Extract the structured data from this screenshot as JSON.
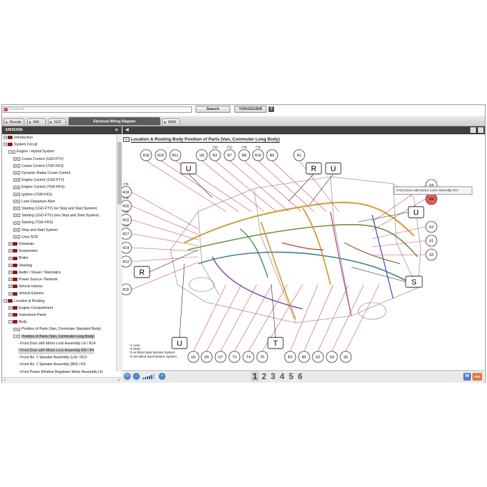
{
  "search": {
    "placeholder": "Keyword",
    "search_label": "Search",
    "yokogushi_label": "YOKOGUSHI",
    "help_label": "?"
  },
  "tabs": [
    {
      "label": "Results"
    },
    {
      "label": "RM"
    },
    {
      "label": "NCF"
    },
    {
      "label": "Electrical Wiring Diagram"
    },
    {
      "label": "BRM"
    }
  ],
  "left_panel": {
    "title": "EM35X6E",
    "close_label": "×",
    "tree": [
      {
        "label": "Introduction",
        "level": 0,
        "kind": "book",
        "expander": "+"
      },
      {
        "label": "System Circuit",
        "level": 0,
        "kind": "book",
        "expander": "-"
      },
      {
        "label": "Engine / Hybrid System",
        "level": 1,
        "kind": "page",
        "expander": "-"
      },
      {
        "label": "Cruise Control (1GD-FTV)",
        "level": 2,
        "kind": "page",
        "expander": "+"
      },
      {
        "label": "Cruise Control (7GR-FKS)",
        "level": 2,
        "kind": "page",
        "expander": "+"
      },
      {
        "label": "Dynamic Radar Cruise Control",
        "level": 2,
        "kind": "page",
        "expander": "+"
      },
      {
        "label": "Engine Control (1GD-FTV)",
        "level": 2,
        "kind": "page",
        "expander": "+"
      },
      {
        "label": "Engine Control (7GR-FKS)",
        "level": 2,
        "kind": "page",
        "expander": "+"
      },
      {
        "label": "Ignition (7GR-FKS)",
        "level": 2,
        "kind": "page",
        "expander": "+"
      },
      {
        "label": "Lane Departure Alert",
        "level": 2,
        "kind": "page",
        "expander": "+"
      },
      {
        "label": "Starting (1GD-FTV) (w/ Stop and Start System)",
        "level": 2,
        "kind": "page",
        "expander": "+"
      },
      {
        "label": "Starting (1GD-FTV) (w/o Stop and Start System)",
        "level": 2,
        "kind": "page",
        "expander": "+"
      },
      {
        "label": "Starting (7GR-FKS)",
        "level": 2,
        "kind": "page",
        "expander": "+"
      },
      {
        "label": "Stop and Start System",
        "level": 2,
        "kind": "page",
        "expander": "+"
      },
      {
        "label": "Urea SCR",
        "level": 2,
        "kind": "page",
        "expander": "+"
      },
      {
        "label": "Drivetrain",
        "level": 1,
        "kind": "book",
        "expander": "+"
      },
      {
        "label": "Suspension",
        "level": 1,
        "kind": "book",
        "expander": "+"
      },
      {
        "label": "Brake",
        "level": 1,
        "kind": "book",
        "expander": "+"
      },
      {
        "label": "Steering",
        "level": 1,
        "kind": "book",
        "expander": "+"
      },
      {
        "label": "Audio / Visual / Telematics",
        "level": 1,
        "kind": "book",
        "expander": "+"
      },
      {
        "label": "Power Source / Network",
        "level": 1,
        "kind": "book",
        "expander": "+"
      },
      {
        "label": "Vehicle Interior",
        "level": 1,
        "kind": "book",
        "expander": "+"
      },
      {
        "label": "Vehicle Exterior",
        "level": 1,
        "kind": "book",
        "expander": "+"
      },
      {
        "label": "Location & Routing",
        "level": 0,
        "kind": "book",
        "expander": "-"
      },
      {
        "label": "Engine Compartment",
        "level": 1,
        "kind": "book",
        "expander": "+"
      },
      {
        "label": "Instrument Panel",
        "level": 1,
        "kind": "book",
        "expander": "+"
      },
      {
        "label": "Body",
        "level": 1,
        "kind": "book",
        "expander": "-"
      },
      {
        "label": "Position of Parts (Van, Commuter Standard Body)",
        "level": 2,
        "kind": "page",
        "expander": "+"
      },
      {
        "label": "Position of Parts (Van, Commuter Long Body)",
        "level": 2,
        "kind": "page",
        "expander": "-",
        "highlight": true
      },
      {
        "label": "- Front Door with Motor Lock Assembly LH / R14",
        "level": 3,
        "kind": "none",
        "expander": ""
      },
      {
        "label": "- Front Door with Motor Lock Assembly RH / R4",
        "level": 3,
        "kind": "none",
        "expander": "",
        "selected": true
      },
      {
        "label": "- Front No. 1 Speaker Assembly (LH) / R13",
        "level": 3,
        "kind": "none",
        "expander": ""
      },
      {
        "label": "- Front No. 1 Speaker Assembly (RH) / R3",
        "level": 3,
        "kind": "none",
        "expander": ""
      },
      {
        "label": "- Front Power Window Regulator Motor Assembly LH",
        "level": 3,
        "kind": "none",
        "expander": ""
      }
    ],
    "scroll_left": "‹",
    "scroll_right": "›"
  },
  "document": {
    "expand_label": "+",
    "title": "Location & Routing  Body  Position of Parts (Van, Commuter Long Body)",
    "tooltip": "Front Door with Motor Lock Assembly RH",
    "footnotes": [
      "*1 LHD",
      "*2 RHD",
      "*3 w/ Blind Spot Monitor System",
      "*4 w/o Blind Spot Monitor System"
    ]
  },
  "connectors": {
    "top": [
      "R18",
      "R16",
      "R11",
      "U8",
      "R2",
      "R7",
      "R8",
      "R10",
      "R6",
      "R1"
    ],
    "top_notes": [
      "",
      "",
      "",
      "",
      "(*2)",
      "(*1)",
      "(*3)",
      "(*4)",
      "",
      ""
    ],
    "left": [
      "R19",
      "R20",
      "R12",
      "R17",
      "R14",
      "R13",
      "R15"
    ],
    "left_notes": [
      "(*3)",
      "(*4)",
      "(*2)",
      "(*1)",
      "",
      "",
      ""
    ],
    "right": [
      "U4",
      "R4",
      "U3",
      "U1",
      "S3"
    ],
    "bottom": [
      "U6",
      "U5",
      "U7",
      "T3",
      "T4",
      "T5",
      "R3",
      "R5",
      "U2",
      "S4",
      "S5"
    ],
    "groups": [
      "U",
      "R",
      "U",
      "U",
      "R",
      "S",
      "U",
      "T"
    ]
  },
  "colors": {
    "selected_connector": "#e85b5b",
    "accent": "#4f82c7",
    "header_dark": "#3f3f3f"
  },
  "zoom": {
    "zoom_in": "+",
    "zoom_out": "−",
    "reset": "↻"
  },
  "pagination": {
    "pages": [
      "1",
      "2",
      "3",
      "4",
      "5",
      "6"
    ],
    "current": "1"
  },
  "bottom_buttons": {
    "word_label": "W",
    "pdf_label": "PDF"
  }
}
